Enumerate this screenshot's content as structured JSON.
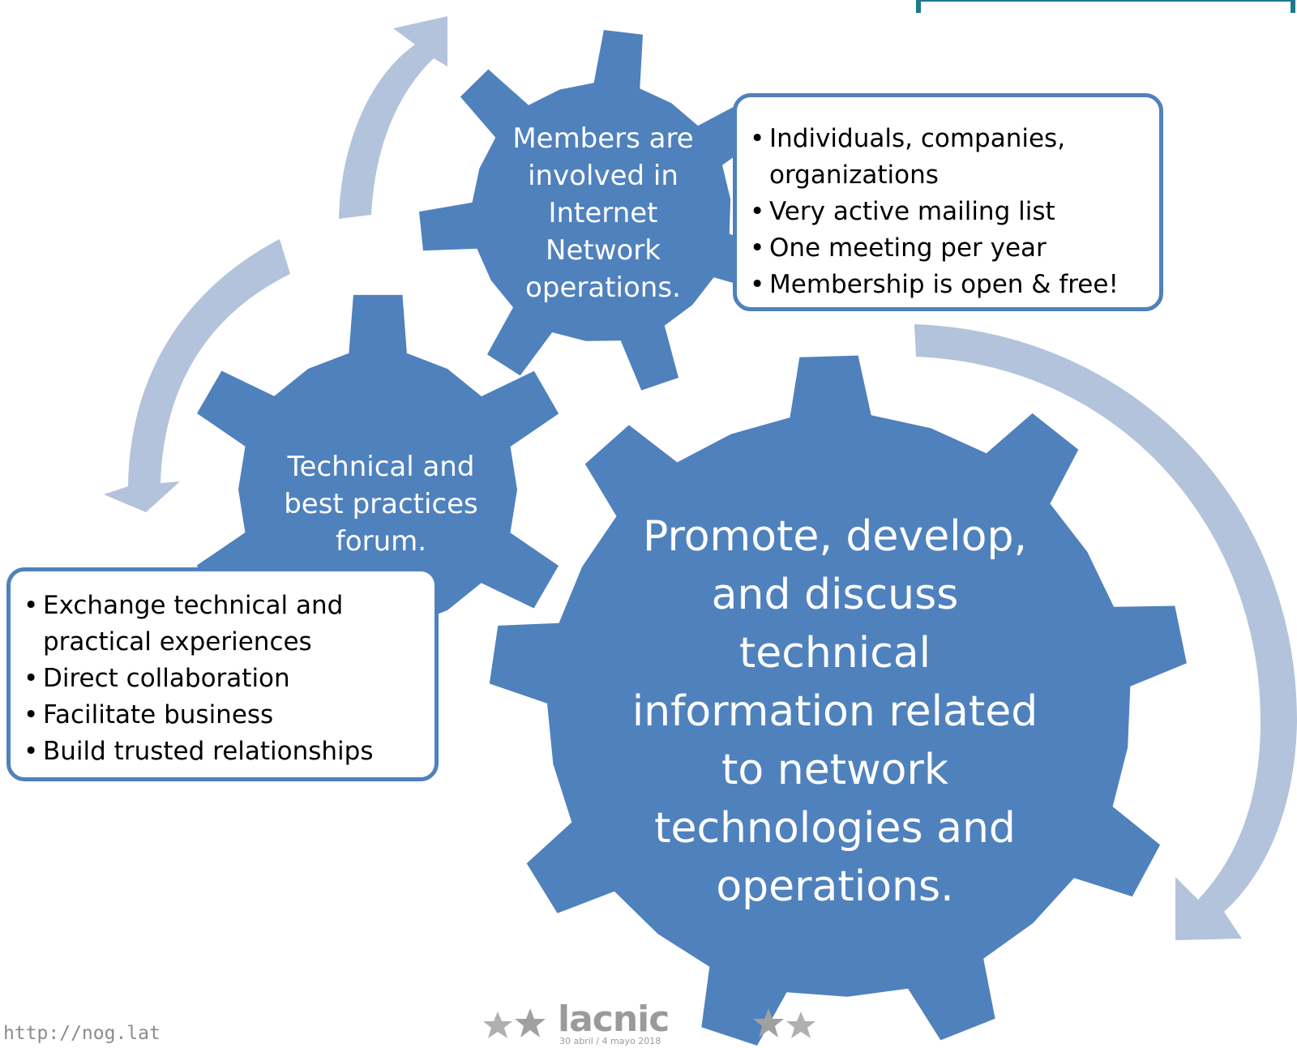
{
  "colors": {
    "gear": "#4f81bd",
    "arrow": "#b3c3db",
    "box_border": "#4f81bd",
    "accent": "#1e7a8c",
    "footer_text": "#8c8c8c"
  },
  "gears": {
    "members": {
      "label": "Members are involved in Internet Network operations."
    },
    "forum": {
      "label": "Technical and best practices forum."
    },
    "main": {
      "label": "Promote, develop, and discuss technical information related to network technologies and operations."
    }
  },
  "members_box": {
    "items": [
      {
        "label": "Individuals, companies, organizations"
      },
      {
        "label": "Very active mailing list"
      },
      {
        "label": "One meeting per year"
      },
      {
        "label": "Membership is open & free!"
      }
    ]
  },
  "forum_box": {
    "items": [
      {
        "label": "Exchange technical and practical experiences"
      },
      {
        "label": "Direct collaboration"
      },
      {
        "label": "Facilitate business"
      },
      {
        "label": "Build trusted relationships"
      }
    ]
  },
  "footer": {
    "url": "http://nog.lat",
    "logo_text": "lacnic",
    "logo_date": "30 abril / 4 mayo 2018"
  }
}
